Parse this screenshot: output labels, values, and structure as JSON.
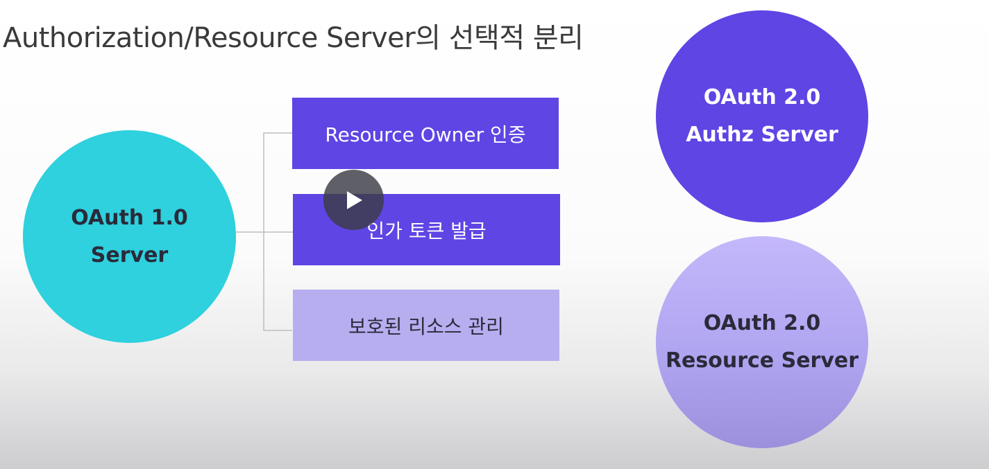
{
  "slide": {
    "title": "Authorization/Resource Server의 선택적 분리"
  },
  "oauth1_server": {
    "line1": "OAuth 1.0",
    "line2": "Server"
  },
  "responsibilities": [
    {
      "label": "Resource Owner 인증"
    },
    {
      "label": "인가 토큰 발급"
    },
    {
      "label": "보호된 리소스 관리"
    }
  ],
  "oauth2_authz_server": {
    "line1": "OAuth 2.0",
    "line2": "Authz Server"
  },
  "oauth2_resource_server": {
    "line1": "OAuth 2.0",
    "line2": "Resource Server"
  },
  "player": {
    "play_icon": "play-icon"
  },
  "colors": {
    "oauth1": "#2ed1dd",
    "primary_purple": "#5e45e4",
    "light_purple": "#b7aef0",
    "title_text": "#3a3a3a"
  }
}
